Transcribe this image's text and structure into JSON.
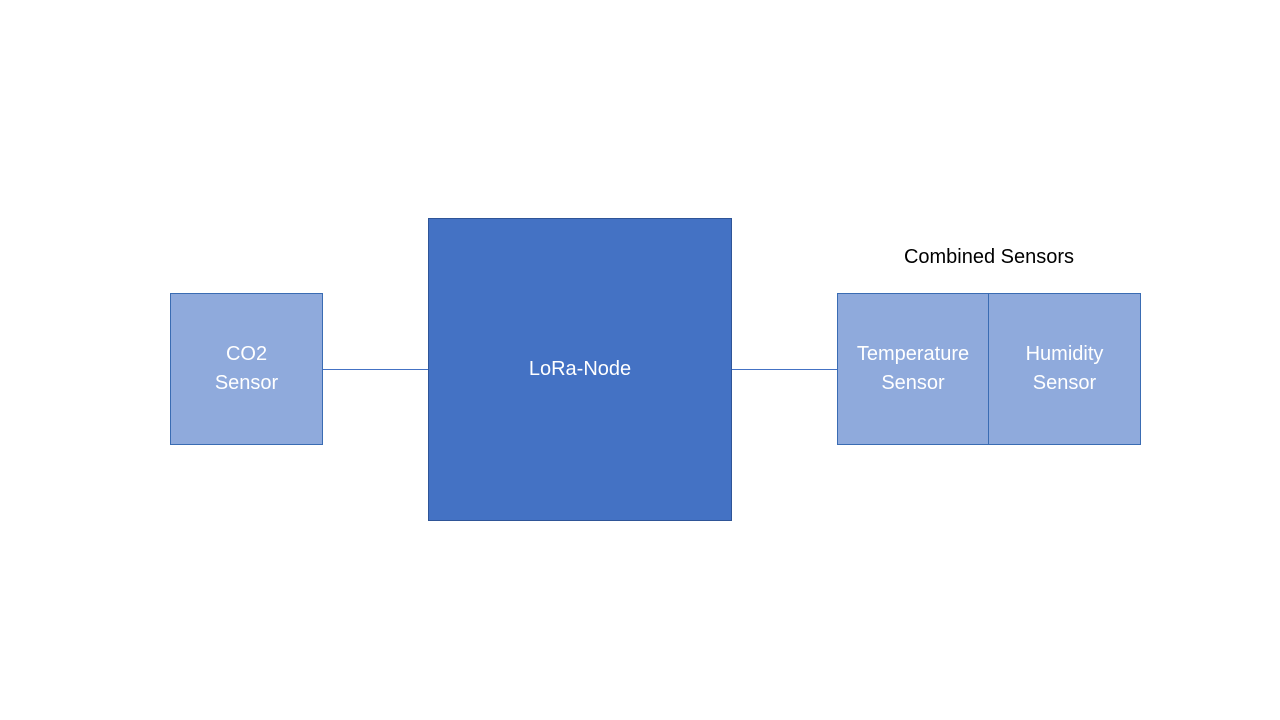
{
  "diagram": {
    "group_label": "Combined Sensors",
    "nodes": {
      "co2": {
        "label": "CO2\nSensor"
      },
      "lora": {
        "label": "LoRa-Node"
      },
      "temperature": {
        "label": "Temperature\nSensor"
      },
      "humidity": {
        "label": "Humidity\nSensor"
      }
    },
    "colors": {
      "node_main": "#4472c4",
      "node_sensor": "#8faadc",
      "connector": "#4472c4"
    }
  }
}
